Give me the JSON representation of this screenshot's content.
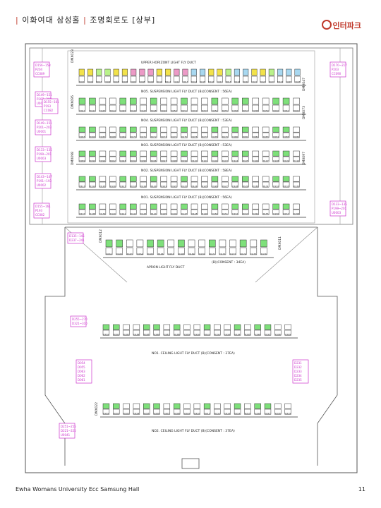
{
  "header": {
    "venue": "이화여대 삼성홀",
    "separator": "|",
    "title": "조명회로도 [상부]"
  },
  "logo": {
    "text": "인터파크"
  },
  "footer": {
    "left": "Ewha Womans University Ecc Samsung Hall",
    "page": "11"
  },
  "ducts": {
    "upper_horizont": "UPPER HORIZONT LIGHT FLY DUCT",
    "no5": "NO5. SUSPENSION LIGHT FLY DUCT (B)(CONSENT : 56EA)",
    "no4": "NO4. SUSPENSION LIGHT FLY DUCT (B)(CONSENT : 53EA)",
    "no3": "NO3. SUSPENSION LIGHT FLY DUCT (B)(CONSENT : 53EA)",
    "no2": "NO2. SUSPENSION LIGHT FLY DUCT (B)(CONSENT : 58EA)",
    "no1": "NO1. SUSPENSION LIGHT FLY DUCT (B)(CONSENT : 56EA)",
    "apron": "APRON LIGHT FLY DUCT",
    "apron_consent": "(B)(CONSENT : 34EA)",
    "no1_ceiling": "NO1. CEILING LIGHT FLY DUCT (B)(CONSENT : 37EA)",
    "no2_ceiling": "NO2. CEILING LIGHT FLY DUCT (B)(CONSENT : 37EA)"
  },
  "dmx": [
    "DMX023",
    "DMX047",
    "DMX095",
    "DMX073",
    "DMX098",
    "DMX097",
    "DMX012",
    "DMX011",
    "DMX022"
  ],
  "pink_labels": {
    "left": [
      "D156~158 P204 CC089",
      "D149~151 P207~209 U0006",
      "D149~151 P201~203 U0001",
      "D133~135 P199~201 U0003",
      "D143~147 P191~193 U0002",
      "D155~161 P193 CC082"
    ],
    "right": [
      "D170~217 P203 CC090",
      "D133~135 P199~201 U0003",
      "D155~161 P193 CC082"
    ],
    "center": [
      "D135~145 D237~241",
      "D255~270 D321~310",
      "D054 D055 D063 D062 D061",
      "D251~255 D221~225 U0041"
    ],
    "bottom_right": [
      "D231 D232 D233 D234 D235"
    ]
  },
  "rows": {
    "upper": {
      "count": 26,
      "colors": [
        "#f2e24a",
        "#f2e24a",
        "#b9f28a",
        "#b9f28a",
        "#f2e24a",
        "#f2e24a",
        "#ec9ac6",
        "#ec9ac6",
        "#ec9ac6",
        "#f2e24a",
        "#f2e24a",
        "#ec9ac6",
        "#ec9ac6",
        "#a8d8f0",
        "#a8d8f0",
        "#f2e24a",
        "#f2e24a",
        "#b9f28a",
        "#a8d8f0",
        "#a8d8f0",
        "#f2e24a",
        "#f2e24a",
        "#b9f28a",
        "#a8d8f0",
        "#a8d8f0",
        "#a8d8f0"
      ],
      "labels": [
        "D001",
        "D002",
        "D003",
        "D004",
        "D005",
        "D006",
        "D007",
        "D008",
        "D009",
        "D010",
        "D011",
        "D012",
        "D013",
        "D014",
        "D015",
        "D016",
        "D017",
        "D018",
        "D019",
        "D020",
        "D021",
        "D022",
        "D023",
        "D024",
        "D025",
        "D026"
      ]
    },
    "no5": {
      "count": 22,
      "labels": [
        "D041",
        "D042",
        "D043",
        "D044",
        "D045",
        "D046",
        "D047",
        "D048",
        "D049",
        "D050",
        "D051",
        "D052",
        "D053",
        "D054",
        "D055",
        "D056",
        "D057",
        "D058",
        "D059",
        "D060",
        "D061",
        "D062"
      ]
    },
    "no4": {
      "count": 22,
      "labels": [
        "D065",
        "D066",
        "D067",
        "D068",
        "D069",
        "D070",
        "D071",
        "D072",
        "D073",
        "D074",
        "D075",
        "D076",
        "D077",
        "D078",
        "D079",
        "D080",
        "D081",
        "D082",
        "D083",
        "D084",
        "D085",
        "D086"
      ]
    },
    "no3": {
      "count": 22,
      "labels": [
        "D089",
        "D090",
        "D091",
        "D092",
        "D093",
        "D094",
        "D095",
        "D096",
        "D097",
        "D098",
        "D099",
        "D100",
        "D101",
        "D102",
        "D103",
        "D104",
        "D105",
        "D106",
        "D107",
        "D108",
        "D109",
        "D110"
      ]
    },
    "no2": {
      "count": 22,
      "labels": [
        "D113",
        "D114",
        "D115",
        "D116",
        "D117",
        "D118",
        "D119",
        "D120",
        "D121",
        "D122",
        "D123",
        "D124",
        "D125",
        "D126",
        "D127",
        "D128",
        "D129",
        "D130",
        "D131",
        "D132",
        "D133",
        "D134"
      ]
    },
    "no1": {
      "count": 22,
      "labels": [
        "D137",
        "D138",
        "D139",
        "D140",
        "D141",
        "D142",
        "D143",
        "D144",
        "D145",
        "D146",
        "D147",
        "D148",
        "D149",
        "D150",
        "D151",
        "D152",
        "D153",
        "D154",
        "D155",
        "D156",
        "D157",
        "D158"
      ]
    },
    "apron": {
      "count": 16,
      "labels": [
        "D161",
        "D162",
        "D163",
        "D164",
        "D165",
        "D166",
        "D167",
        "D168",
        "D169",
        "D170",
        "D171",
        "D172",
        "D173",
        "D174",
        "D175",
        "D176"
      ]
    },
    "ceiling1": {
      "count": 19,
      "labels": [
        "D181",
        "D182",
        "D183",
        "D184",
        "D185",
        "D186",
        "D187",
        "D188",
        "D189",
        "D190",
        "D191",
        "D192",
        "D193",
        "D194",
        "D195",
        "D196",
        "D197",
        "D198",
        "D199"
      ]
    },
    "ceiling2": {
      "count": 19,
      "labels": [
        "D201",
        "D202",
        "D203",
        "D204",
        "D205",
        "D206",
        "D207",
        "D208",
        "D209",
        "D210",
        "D211",
        "D212",
        "D213",
        "D214",
        "D215",
        "D216",
        "D217",
        "D218",
        "D219"
      ]
    }
  },
  "colors": {
    "pink": "#cc33cc",
    "green": "#7ee07a",
    "yellow": "#f2e24a",
    "blue": "#a8d8f0",
    "magenta_box": "#ec9ac6"
  }
}
